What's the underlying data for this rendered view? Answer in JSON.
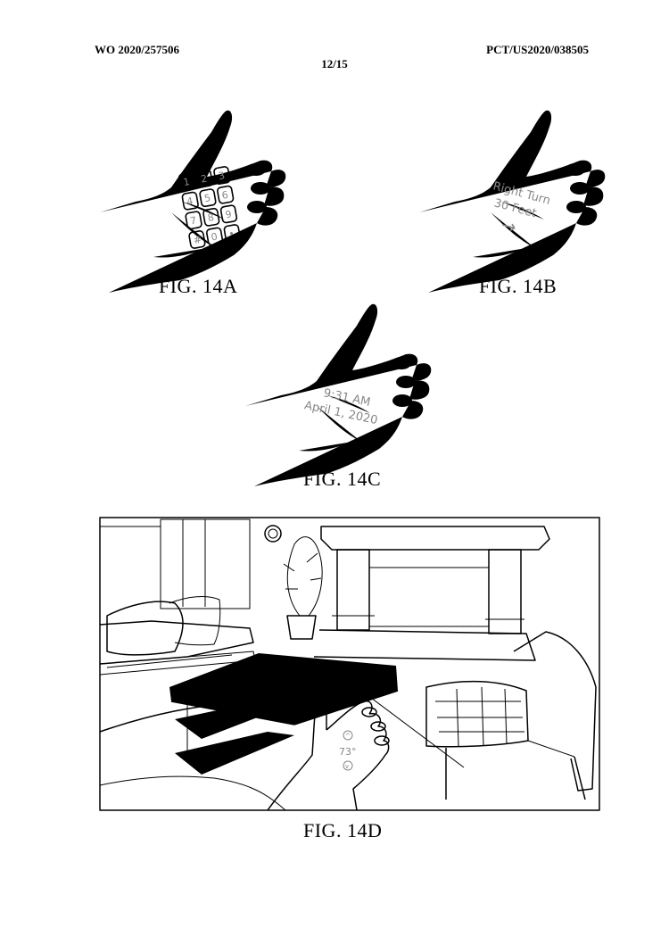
{
  "header": {
    "publication_number": "WO 2020/257506",
    "application_number": "PCT/US2020/038505",
    "page": "12/15"
  },
  "figures": [
    {
      "id": "14A",
      "caption": "FIG. 14A",
      "projection_keys": [
        "1",
        "2",
        "3",
        "4",
        "5",
        "6",
        "7",
        "8",
        "9",
        "#",
        "0",
        "•"
      ]
    },
    {
      "id": "14B",
      "caption": "FIG. 14B",
      "projection_line1": "Right Turn",
      "projection_line2": "30 Feet",
      "projection_symbol": "→"
    },
    {
      "id": "14C",
      "caption": "FIG. 14C",
      "projection_time": "9:31 AM",
      "projection_date": "April 1, 2020"
    },
    {
      "id": "14D",
      "caption": "FIG. 14D",
      "projection_temp": "73°",
      "projection_up": "^",
      "projection_down": "v"
    }
  ],
  "icons": {
    "arrow": "right-arrow-icon",
    "up": "chevron-up-icon",
    "down": "chevron-down-icon"
  }
}
